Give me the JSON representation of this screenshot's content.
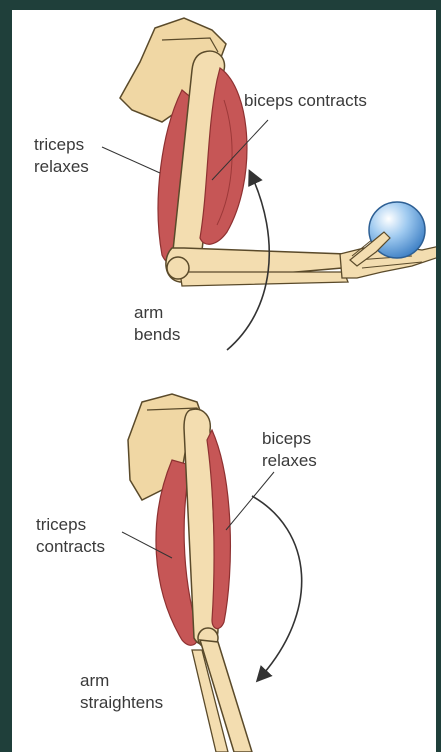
{
  "colors": {
    "frame": "#1f3f3a",
    "background": "#ffffff",
    "bone": "#f3ddb0",
    "bone_outline": "#5a4a2a",
    "muscle": "#c65656",
    "muscle_dark": "#9c3838",
    "ball": "#7fb8e8",
    "arrow": "#333333"
  },
  "top_panel": {
    "biceps_label": "biceps contracts",
    "triceps_label": [
      "triceps",
      "relaxes"
    ],
    "motion_label": [
      "arm",
      "bends"
    ]
  },
  "bottom_panel": {
    "biceps_label": [
      "biceps",
      "relaxes"
    ],
    "triceps_label": [
      "triceps",
      "contracts"
    ],
    "motion_label": [
      "arm",
      "straightens"
    ]
  }
}
